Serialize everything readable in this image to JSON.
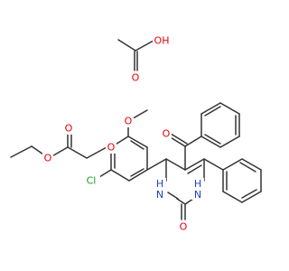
{
  "colors": {
    "bond": "#333333",
    "oxygen": "#e8000b",
    "nitrogen": "#1f3fcf",
    "chlorine": "#1a9a1a"
  },
  "labels": {
    "acetic_oh": "OH",
    "acetic_o": "O",
    "ester_carbonyl_o": "O",
    "ester_o": "O",
    "ether_o": "O",
    "methoxy_o": "O",
    "chloro": "Cl",
    "benzoyl_o": "O",
    "nh_left": "H\nN",
    "nh_right": "H\nN",
    "urea_o": "O"
  }
}
